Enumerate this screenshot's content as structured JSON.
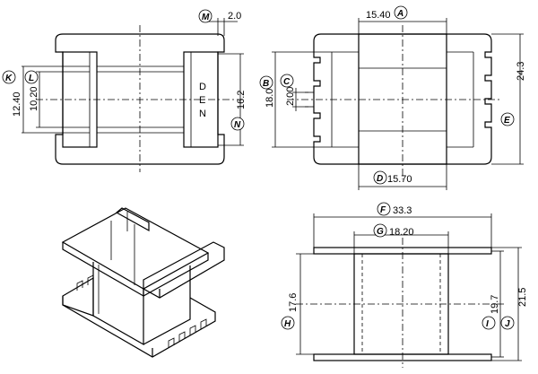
{
  "dims": {
    "M": {
      "label": "M",
      "value": "2.0"
    },
    "A": {
      "label": "A",
      "value": "15.40"
    },
    "K": {
      "label": "K",
      "value": "12.40"
    },
    "L": {
      "label": "L",
      "value": "10.20"
    },
    "N": {
      "label": "N",
      "value": "16.2"
    },
    "B": {
      "label": "B",
      "value": "18.0"
    },
    "C": {
      "label": "C",
      "value": "2.00"
    },
    "E": {
      "label": "E",
      "value": "24.3"
    },
    "D": {
      "label": "D",
      "value": "15.70"
    },
    "F": {
      "label": "F",
      "value": "33.3"
    },
    "G": {
      "label": "G",
      "value": "18.20"
    },
    "H": {
      "label": "H",
      "value": "17.6"
    },
    "I": {
      "label": "I",
      "value": "19.7"
    },
    "J": {
      "label": "J",
      "value": "21.5"
    }
  },
  "marking": "DEN"
}
